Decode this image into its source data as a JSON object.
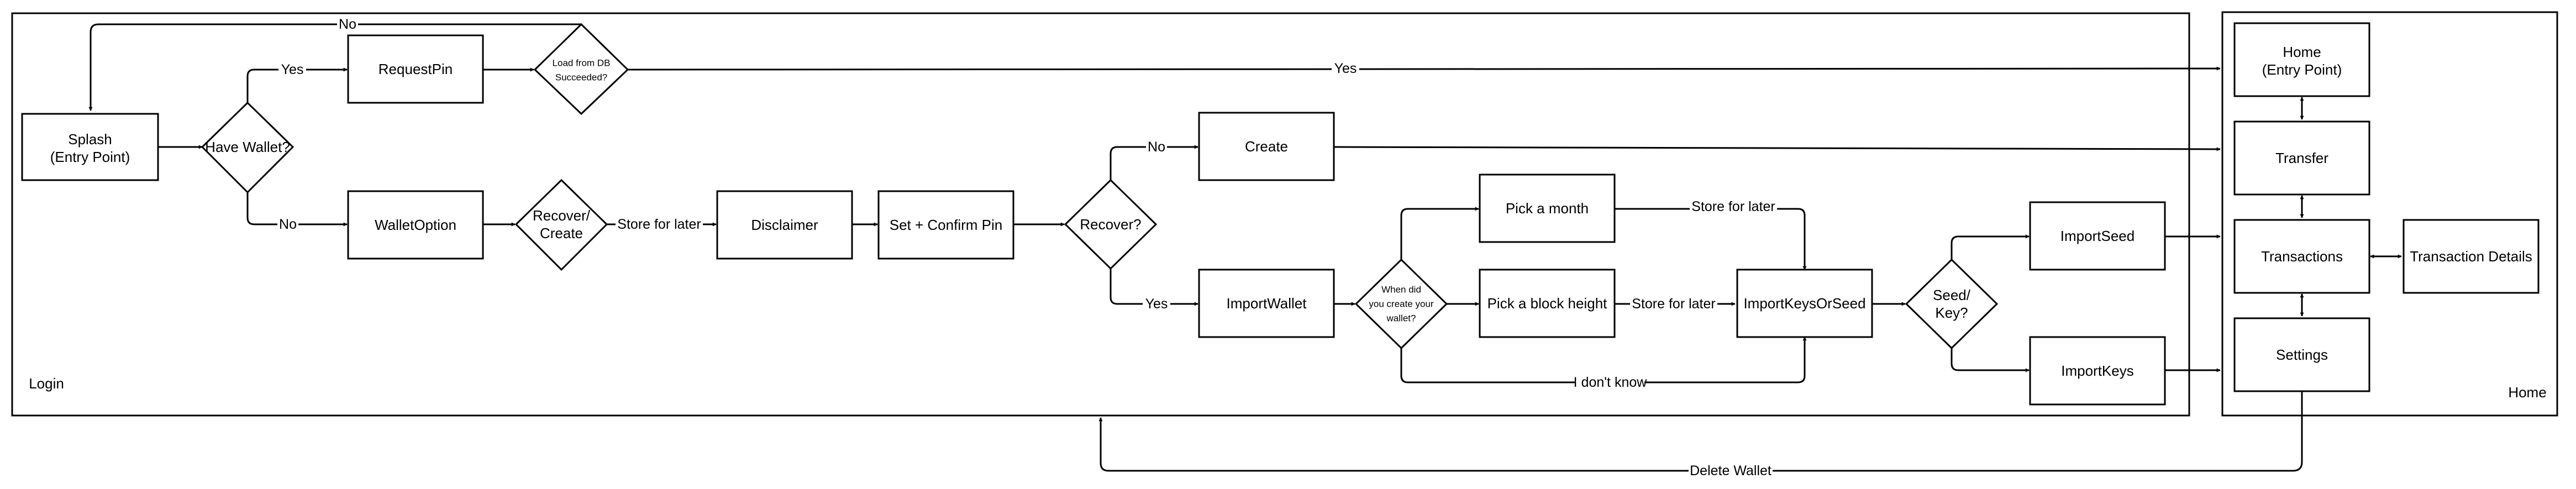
{
  "groups": {
    "login": "Login",
    "home": "Home"
  },
  "nodes": {
    "splash": [
      "Splash",
      "(Entry Point)"
    ],
    "have_wallet": [
      "Have Wallet?"
    ],
    "request_pin": [
      "RequestPin"
    ],
    "load_from_db": [
      "Load from DB",
      "Succeeded?"
    ],
    "wallet_option": [
      "WalletOption"
    ],
    "recover_create": [
      "Recover/",
      "Create"
    ],
    "disclaimer": [
      "Disclaimer"
    ],
    "set_confirm_pin": [
      "Set + Confirm Pin"
    ],
    "recover_q": [
      "Recover?"
    ],
    "create": [
      "Create"
    ],
    "import_wallet": [
      "ImportWallet"
    ],
    "when_created": [
      "When did",
      "you create your",
      "wallet?"
    ],
    "pick_month": [
      "Pick a month"
    ],
    "pick_block_height": [
      "Pick a block height"
    ],
    "import_keys_or_seed": [
      "ImportKeysOrSeed"
    ],
    "seed_key": [
      "Seed/",
      "Key?"
    ],
    "import_seed": [
      "ImportSeed"
    ],
    "import_keys": [
      "ImportKeys"
    ],
    "home": [
      "Home",
      "(Entry Point)"
    ],
    "transfer": [
      "Transfer"
    ],
    "transactions": [
      "Transactions"
    ],
    "transaction_details": [
      "Transaction Details"
    ],
    "settings": [
      "Settings"
    ]
  },
  "edge_labels": {
    "no_top": "No",
    "yes_request_pin": "Yes",
    "no_wallet_option": "No",
    "yes_home": "Yes",
    "store_for_later_1": "Store for later",
    "no_create": "No",
    "yes_import_wallet": "Yes",
    "store_for_later_2": "Store for later",
    "store_for_later_3": "Store for later",
    "i_dont_know": "I don't know",
    "delete_wallet": "Delete Wallet"
  }
}
